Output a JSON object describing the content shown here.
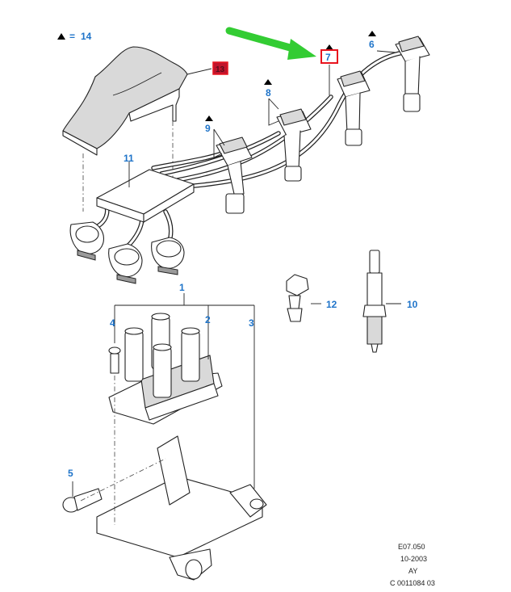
{
  "callouts": {
    "c1": "1",
    "c2": "2",
    "c3": "3",
    "c4": "4",
    "c5": "5",
    "c6": "6",
    "c7": "7",
    "c8": "8",
    "c9": "9",
    "c10": "10",
    "c11": "11",
    "c12": "12",
    "c13": "13"
  },
  "legend": {
    "marker": "▲",
    "equals": "=",
    "value": "14"
  },
  "footer": {
    "line1": "E07.050",
    "line2": "10-2003",
    "line3": "AY",
    "line4": "C 0011084 03"
  },
  "colors": {
    "callout": "#1f74c9",
    "highlight_box": "#e8141e",
    "highlight_fill": "#c0142c",
    "arrow": "#33cc33"
  }
}
